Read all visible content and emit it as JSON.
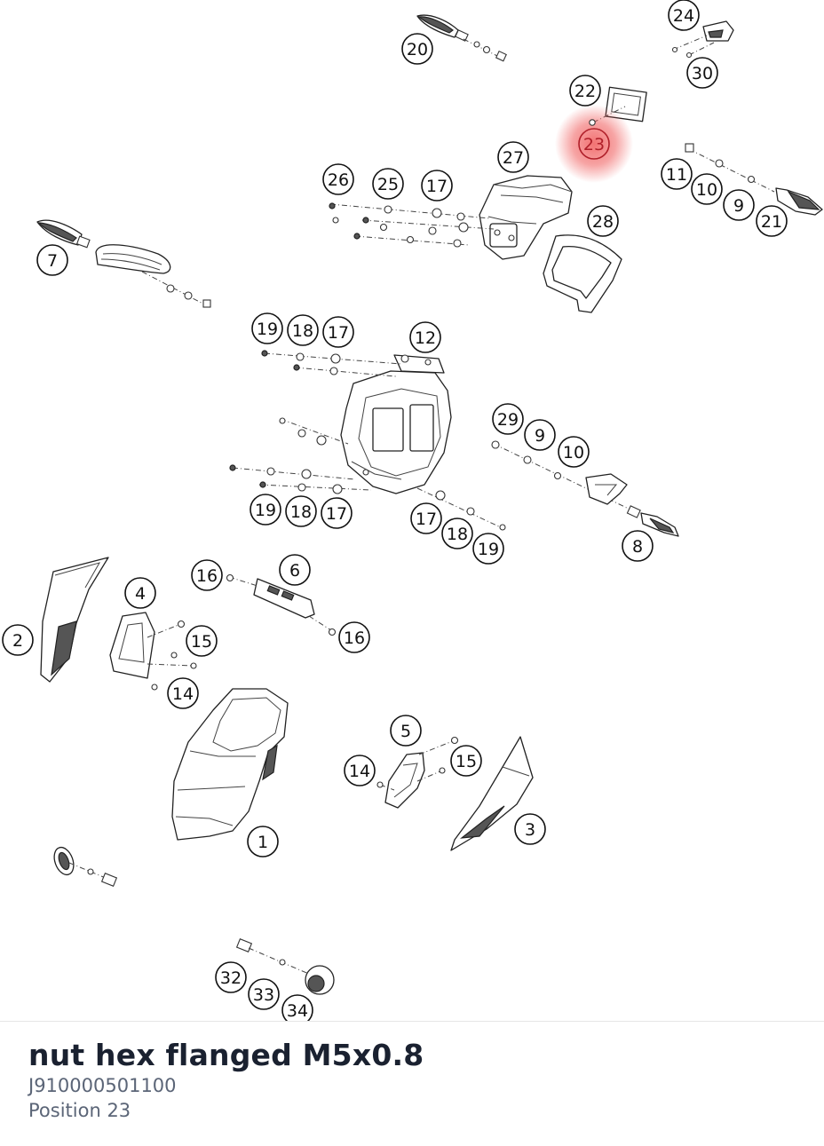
{
  "diagram": {
    "callouts": [
      {
        "id": "c20",
        "label": "20"
      },
      {
        "id": "c24",
        "label": "24"
      },
      {
        "id": "c30",
        "label": "30"
      },
      {
        "id": "c22",
        "label": "22"
      },
      {
        "id": "c23",
        "label": "23",
        "highlighted": true
      },
      {
        "id": "c27",
        "label": "27"
      },
      {
        "id": "c26",
        "label": "26"
      },
      {
        "id": "c25",
        "label": "25"
      },
      {
        "id": "c17a",
        "label": "17"
      },
      {
        "id": "c11",
        "label": "11"
      },
      {
        "id": "c10a",
        "label": "10"
      },
      {
        "id": "c9a",
        "label": "9"
      },
      {
        "id": "c21",
        "label": "21"
      },
      {
        "id": "c28",
        "label": "28"
      },
      {
        "id": "c7",
        "label": "7"
      },
      {
        "id": "c19a",
        "label": "19"
      },
      {
        "id": "c18a",
        "label": "18"
      },
      {
        "id": "c17b",
        "label": "17"
      },
      {
        "id": "c12",
        "label": "12"
      },
      {
        "id": "c29",
        "label": "29"
      },
      {
        "id": "c9b",
        "label": "9"
      },
      {
        "id": "c10b",
        "label": "10"
      },
      {
        "id": "c19b",
        "label": "19"
      },
      {
        "id": "c18b",
        "label": "18"
      },
      {
        "id": "c17c",
        "label": "17"
      },
      {
        "id": "c17d",
        "label": "17"
      },
      {
        "id": "c18c",
        "label": "18"
      },
      {
        "id": "c19c",
        "label": "19"
      },
      {
        "id": "c8",
        "label": "8"
      },
      {
        "id": "c16a",
        "label": "16"
      },
      {
        "id": "c6",
        "label": "6"
      },
      {
        "id": "c16b",
        "label": "16"
      },
      {
        "id": "c4",
        "label": "4"
      },
      {
        "id": "c2",
        "label": "2"
      },
      {
        "id": "c15a",
        "label": "15"
      },
      {
        "id": "c14a",
        "label": "14"
      },
      {
        "id": "c5",
        "label": "5"
      },
      {
        "id": "c14b",
        "label": "14"
      },
      {
        "id": "c15b",
        "label": "15"
      },
      {
        "id": "c1",
        "label": "1"
      },
      {
        "id": "c3",
        "label": "3"
      },
      {
        "id": "c32",
        "label": "32"
      },
      {
        "id": "c33",
        "label": "33"
      },
      {
        "id": "c34",
        "label": "34"
      }
    ],
    "highlight_color": "#f05a5a"
  },
  "part": {
    "title": "nut hex flanged M5x0.8",
    "number": "J910000501100",
    "position": "Position 23"
  }
}
